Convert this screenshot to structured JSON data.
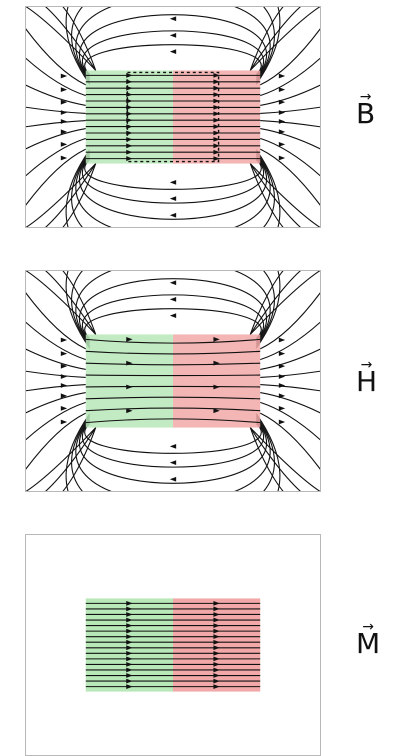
{
  "panels": [
    {
      "id": "B",
      "label": "B",
      "arrow": "→",
      "field_style": "flux_lines"
    },
    {
      "id": "H",
      "label": "H",
      "arrow": "→",
      "field_style": "field_lines"
    },
    {
      "id": "M",
      "label": "M",
      "arrow": "→",
      "field_style": "magnetization"
    }
  ],
  "colors": {
    "south_pole_fill": "#b8e8b8",
    "north_pole_fill": "#f2a8a8",
    "field_line": "#111111",
    "frame": "#b8b8b8"
  }
}
